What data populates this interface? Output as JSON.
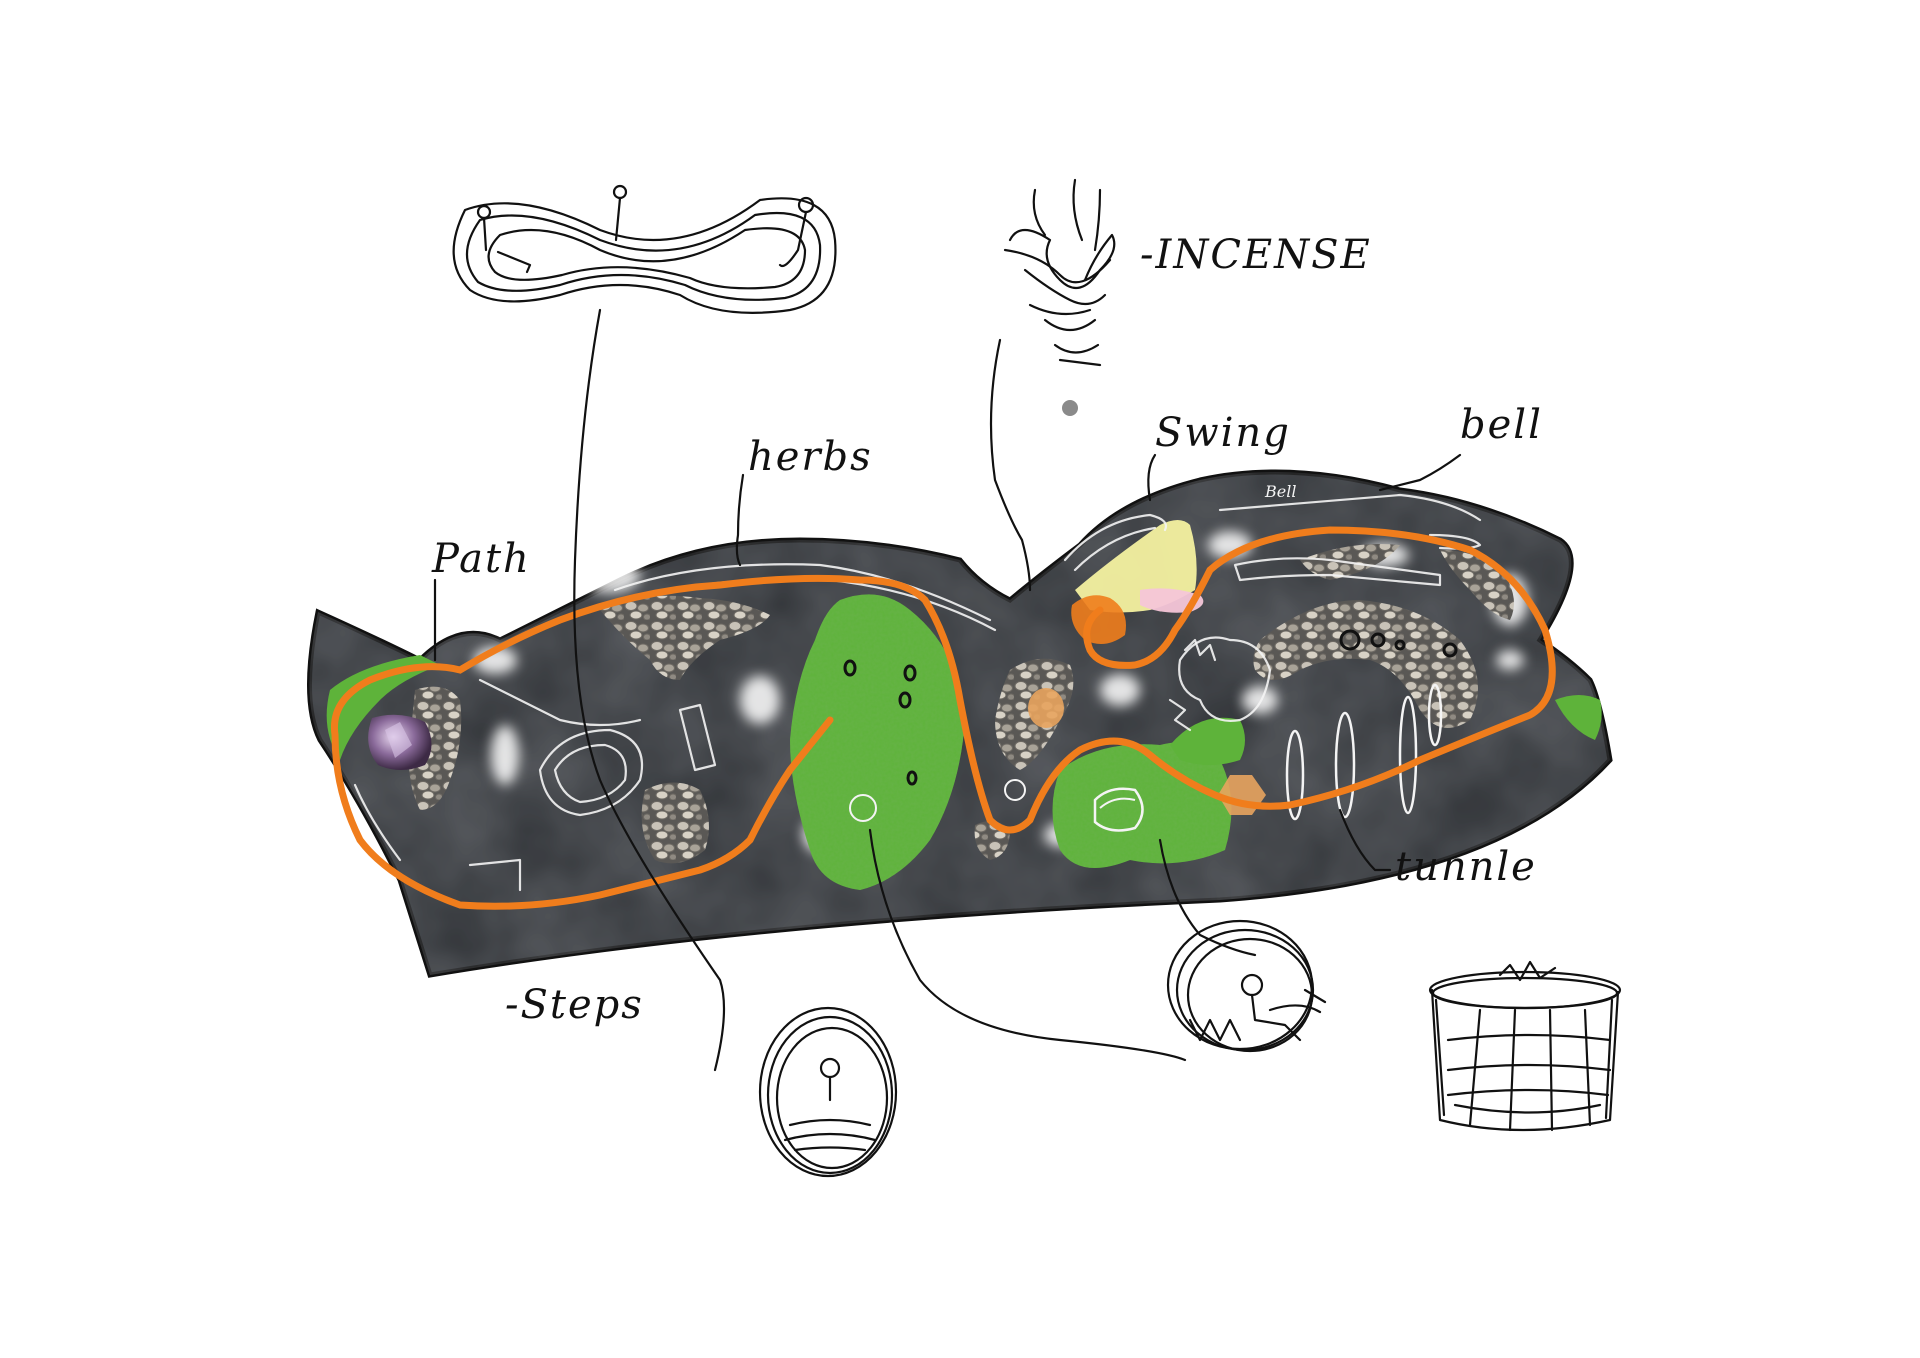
{
  "labels": {
    "path": "Path",
    "herbs": "herbs",
    "incense": "-INCENSE",
    "swing": "Swing",
    "bell": "bell",
    "tunnel": "tunnle",
    "steps": "-Steps",
    "bell_sign": "Bell"
  },
  "colors": {
    "ground": "#2f3236",
    "grass": "#5eb33a",
    "path_line": "#f07d1c",
    "outline": "#111111",
    "chalk": "#f4f4f4",
    "pebble": "#b9b4ab",
    "amethyst": "#8a6a9a",
    "swing_yellow": "#f4f1a0",
    "swing_pink": "#f6c6d8",
    "tile_orange": "#e8a45e"
  },
  "features": [
    {
      "name": "ground-bed",
      "kind": "dark-soil"
    },
    {
      "name": "grass-patches",
      "kind": "lawn"
    },
    {
      "name": "pebble-paths",
      "kind": "stones"
    },
    {
      "name": "walking-route",
      "kind": "orange-loop"
    },
    {
      "name": "amethyst-stone",
      "kind": "crystal"
    },
    {
      "name": "swing",
      "kind": "colour-patch"
    },
    {
      "name": "tunnel-hoops",
      "kind": "hoops"
    }
  ]
}
